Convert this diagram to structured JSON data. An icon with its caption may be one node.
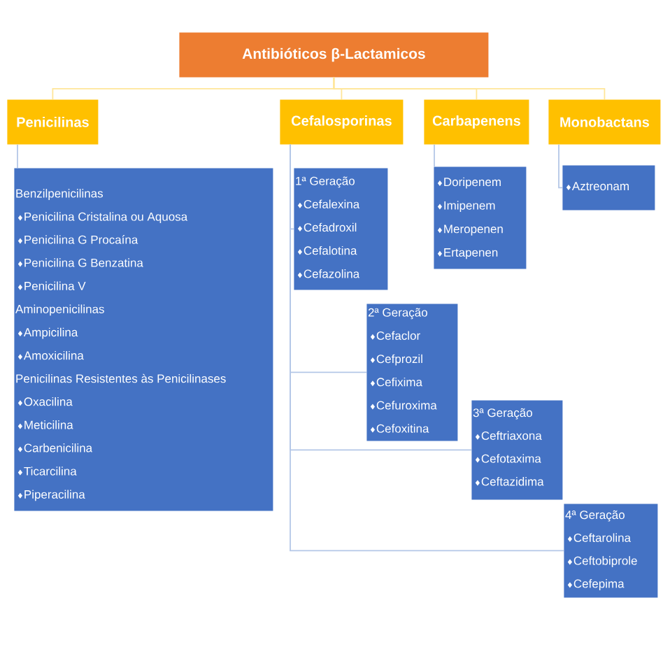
{
  "diagram": {
    "nodes": [
      {
        "text": [
          "Antibióticos β-Lactamicos"
        ]
      },
      {
        "text": [
          "Penicilinas"
        ]
      },
      {
        "text": [
          "Cefalosporinas"
        ]
      },
      {
        "text": [
          "Carbapenens"
        ]
      },
      {
        "text": [
          "Monobactans"
        ]
      },
      {
        "text": [
          "Benzilpenicilinas",
          "♦Penicilina Cristalina ou Aquosa",
          "♦Penicilina G Procaína",
          "♦Penicilina G Benzatina",
          "♦Penicilina V",
          "Aminopenicilinas",
          "♦Ampicilina",
          "♦Amoxicilina",
          "Penicilinas Resistentes às Penicilinases",
          "♦Oxacilina",
          "♦Meticilina",
          "♦Carbenicilina",
          "♦Ticarcilina",
          "♦Piperacilina"
        ]
      },
      {
        "text": [
          "1ª Geração",
          "♦Cefalexina",
          "♦Cefadroxil",
          "♦Cefalotina",
          "♦Cefazolina"
        ]
      },
      {
        "text": [
          "♦Doripenem",
          "♦Imipenem",
          "♦Meropenen",
          "♦Ertapenen"
        ]
      },
      {
        "text": [
          "♦Aztreonam"
        ]
      },
      {
        "text": [
          "2ª Geração",
          "♦Cefaclor",
          "♦Cefprozil",
          "♦Cefixima",
          "♦Cefuroxima",
          "♦Cefoxitina"
        ]
      },
      {
        "text": [
          "3ª Geração",
          "♦Ceftriaxona",
          "♦Cefotaxima",
          "♦Ceftazidima"
        ]
      },
      {
        "text": [
          "4ª Geração",
          "♦Ceftarolina",
          "♦Ceftobiprole",
          "♦Cefepima"
        ]
      }
    ],
    "edges": [
      {
        "from": 0,
        "to": 1,
        "arrow": "none",
        "color": "#ffe699"
      },
      {
        "from": 0,
        "to": 2,
        "arrow": "none",
        "color": "#ffe699"
      },
      {
        "from": 0,
        "to": 3,
        "arrow": "none",
        "color": "#ffe699"
      },
      {
        "from": 0,
        "to": 4,
        "arrow": "none",
        "color": "#ffe699"
      },
      {
        "from": 1,
        "to": 5,
        "arrow": "none"
      },
      {
        "from": 2,
        "to": 6,
        "arrow": "none"
      },
      {
        "from": 3,
        "to": 7,
        "arrow": "none"
      },
      {
        "from": 4,
        "to": 8,
        "arrow": "none"
      },
      {
        "from": 2,
        "to": 9,
        "arrow": "none"
      },
      {
        "from": 2,
        "to": 10,
        "arrow": "none"
      },
      {
        "from": 2,
        "to": 11,
        "arrow": "none"
      }
    ]
  }
}
